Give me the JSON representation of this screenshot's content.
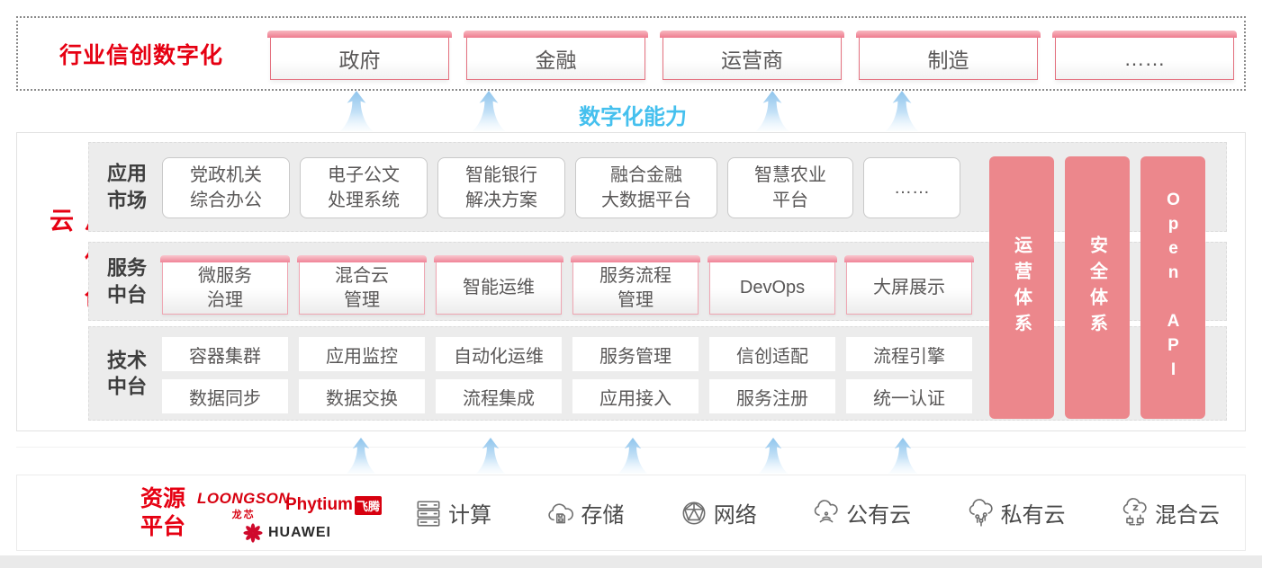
{
  "colors": {
    "brand-red": "#e60012",
    "cap-blue": "#45c0ee",
    "pillar-pink": "#ec878c"
  },
  "industry": {
    "title": "行业信创数字化",
    "items": [
      "政府",
      "金融",
      "运营商",
      "制造",
      "……"
    ]
  },
  "capability_label": "数字化能力",
  "cloud": {
    "vertical_title": "神州信息信创云",
    "row1": {
      "label": "应用\n市场",
      "items": [
        "党政机关\n综合办公",
        "电子公文\n处理系统",
        "智能银行\n解决方案",
        "融合金融\n大数据平台",
        "智慧农业\n平台",
        "……"
      ]
    },
    "row2": {
      "label": "服务\n中台",
      "items": [
        "微服务\n治理",
        "混合云\n管理",
        "智能运维",
        "服务流程\n管理",
        "DevOps",
        "大屏展示"
      ]
    },
    "row3": {
      "label": "技术\n中台",
      "items_top": [
        "容器集群",
        "应用监控",
        "自动化运维",
        "服务管理",
        "信创适配",
        "流程引擎"
      ],
      "items_bottom": [
        "数据同步",
        "数据交换",
        "流程集成",
        "应用接入",
        "服务注册",
        "统一认证"
      ]
    },
    "pillars": [
      "运营体系",
      "安全体系",
      "Open API"
    ]
  },
  "resource": {
    "title": "资源\n平台",
    "vendors": {
      "loongson": "LOONGSON",
      "loongson_sub": "龙芯",
      "phytium": "Phytium",
      "phytium_badge": "飞腾",
      "huawei": "HUAWEI"
    },
    "items": [
      {
        "label": "计算"
      },
      {
        "label": "存储"
      },
      {
        "label": "网络"
      },
      {
        "label": "公有云"
      },
      {
        "label": "私有云"
      },
      {
        "label": "混合云"
      }
    ]
  }
}
